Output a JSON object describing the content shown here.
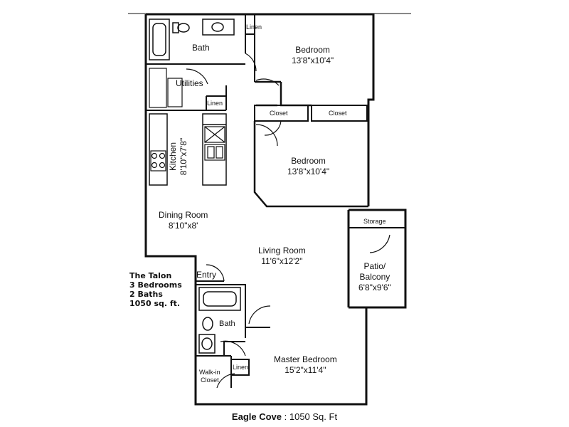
{
  "plan": {
    "name": "The Talon",
    "bedrooms": "3 Bedrooms",
    "baths": "2 Baths",
    "area": "1050 sq. ft."
  },
  "rooms": {
    "bath_top": "Bath",
    "linen_top": "Linen",
    "bedroom1": {
      "name": "Bedroom",
      "dim": "13'8\"x10'4\""
    },
    "utilities": "Utilities",
    "linen_util": "Linen",
    "closet_left": "Closet",
    "closet_right": "Closet",
    "kitchen": {
      "name": "Kitchen",
      "dim": "8'10\"x7'8\""
    },
    "bedroom2": {
      "name": "Bedroom",
      "dim": "13'8\"x10'4\""
    },
    "dining": {
      "name": "Dining Room",
      "dim": "8'10\"x8'"
    },
    "storage": "Storage",
    "living": {
      "name": "Living Room",
      "dim": "11'6\"x12'2\""
    },
    "patio": {
      "name1": "Patio/",
      "name2": "Balcony",
      "dim": "6'8\"x9'6\""
    },
    "entry": "Entry",
    "bath_master": "Bath",
    "master": {
      "name": "Master Bedroom",
      "dim": "15'2\"x11'4\""
    },
    "walkin": {
      "name1": "Walk-in",
      "name2": "Closet"
    },
    "linen_master": "Linen"
  },
  "caption": {
    "community": "Eagle Cove",
    "separator": " : ",
    "size": "1050 Sq. Ft"
  }
}
